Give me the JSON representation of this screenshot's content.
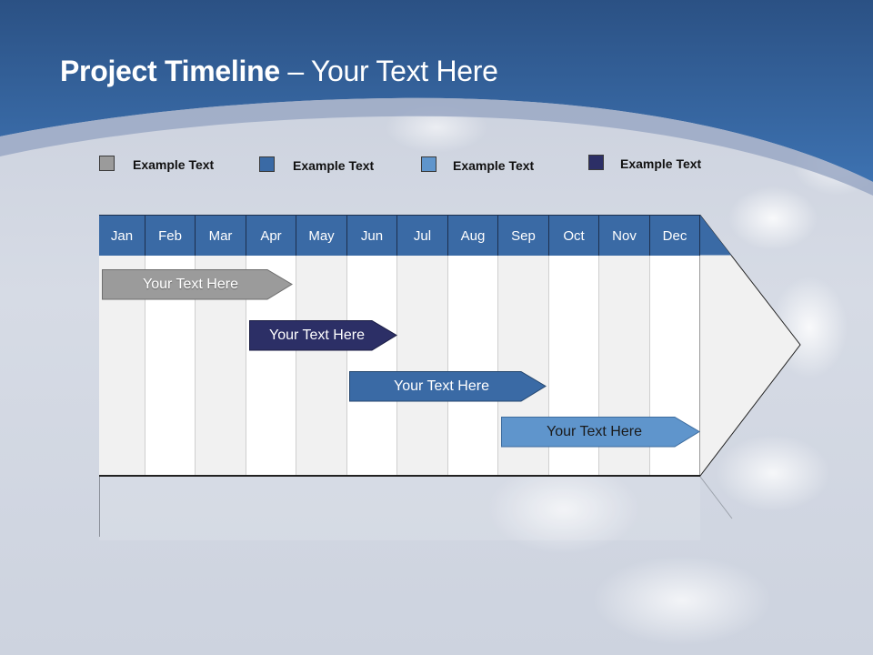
{
  "slide": {
    "title_bold": "Project Timeline",
    "title_rest": " – Your Text Here"
  },
  "legend": [
    {
      "label": "Example Text",
      "color": "#9b9b9b"
    },
    {
      "label": "Example Text",
      "color": "#3a6aa5"
    },
    {
      "label": "Example Text",
      "color": "#5f95cc"
    },
    {
      "label": "Example Text",
      "color": "#2c2f66"
    }
  ],
  "timeline": {
    "months": [
      "Jan",
      "Feb",
      "Mar",
      "Apr",
      "May",
      "Jun",
      "Jul",
      "Aug",
      "Sep",
      "Oct",
      "Nov",
      "Dec"
    ],
    "header_color": "#3a6aa5",
    "tasks": [
      {
        "label": "Your  Text Here",
        "color": "#9b9b9b",
        "text_color": "#ffffff"
      },
      {
        "label": "Your  Text Here",
        "color": "#2c2f66",
        "text_color": "#ffffff"
      },
      {
        "label": "Your  Text Here",
        "color": "#3a6aa5",
        "text_color": "#ffffff"
      },
      {
        "label": "Your  Text Here",
        "color": "#5f95cc",
        "text_color": "#1a1a1a"
      }
    ]
  }
}
